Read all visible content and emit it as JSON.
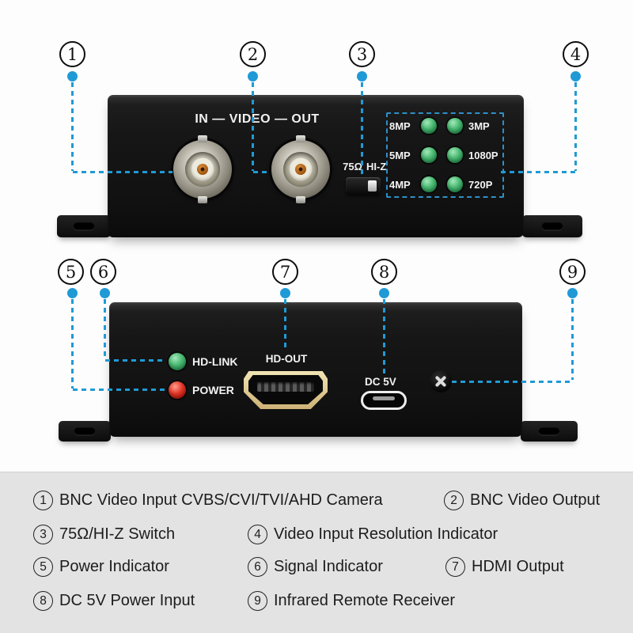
{
  "colors": {
    "callout_blue": "#1f9ad6",
    "led_green": "#3fae6a",
    "led_red": "#d8281c",
    "hdmi_gold": "#d8c184",
    "device_black": "#141414",
    "legend_bg": "#e3e3e3"
  },
  "top_device": {
    "panel_label": "IN — VIDEO — OUT",
    "impedance_left": "75Ω",
    "impedance_right": "HI-Z",
    "res_rows": [
      {
        "left": "8MP",
        "right": "3MP"
      },
      {
        "left": "5MP",
        "right": "1080P"
      },
      {
        "left": "4MP",
        "right": "720P"
      }
    ]
  },
  "bottom_device": {
    "signal_led_label": "HD-LINK",
    "power_led_label": "POWER",
    "hdmi_label": "HD-OUT",
    "power_input_label": "DC 5V"
  },
  "callouts": [
    "1",
    "2",
    "3",
    "4",
    "5",
    "6",
    "7",
    "8",
    "9"
  ],
  "legend": {
    "items": [
      {
        "num": "1",
        "text": "BNC Video Input CVBS/CVI/TVI/AHD Camera"
      },
      {
        "num": "2",
        "text": "BNC Video Output"
      },
      {
        "num": "3",
        "text": "75Ω/HI-Z Switch"
      },
      {
        "num": "4",
        "text": "Video Input Resolution Indicator"
      },
      {
        "num": "5",
        "text": "Power Indicator"
      },
      {
        "num": "6",
        "text": "Signal Indicator"
      },
      {
        "num": "7",
        "text": "HDMI Output"
      },
      {
        "num": "8",
        "text": "DC 5V Power Input"
      },
      {
        "num": "9",
        "text": "Infrared Remote Receiver"
      }
    ]
  }
}
